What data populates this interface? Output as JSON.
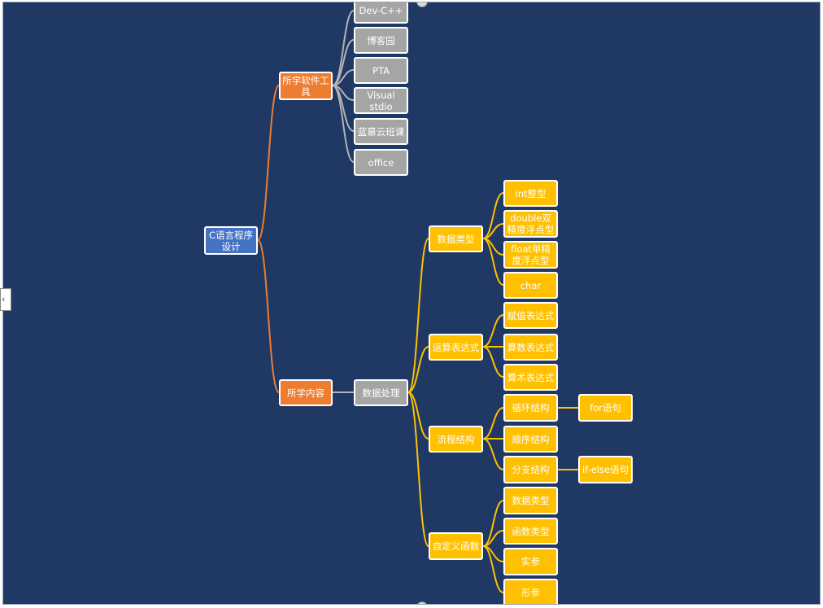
{
  "colors": {
    "background": "#1f3864",
    "root": "#4472c4",
    "branch_orange": "#ed7d31",
    "software_gray": "#a5a5a5",
    "content_yellow": "#ffc000",
    "line_orange": "#ed7d31",
    "line_gray": "#b4b4b4",
    "line_yellow": "#ffc000"
  },
  "collapse_tab": {
    "icon": "chevron-left-icon",
    "glyph": "‹"
  },
  "mindmap": {
    "root": "C语言程序设计",
    "tools": {
      "label": "所学软件工具",
      "items": [
        "Dev-C++",
        "博客园",
        "PTA",
        "Visual stdio",
        "蓝慕云班课",
        "office"
      ]
    },
    "content": {
      "label": "所学内容",
      "processing": "数据处理",
      "data_types": {
        "label": "数据类型",
        "items": [
          "int整型",
          "double双精度浮点型",
          "float单精度浮点型",
          "char"
        ]
      },
      "expressions": {
        "label": "运算表达式",
        "items": [
          "赋值表达式",
          "算数表达式",
          "算术表达式"
        ]
      },
      "flow": {
        "label": "流程结构",
        "loop": "循环结构",
        "loop_child": "for语句",
        "sequence": "顺序结构",
        "branch": "分支结构",
        "branch_child": "if-else语句"
      },
      "functions": {
        "label": "自定义函数",
        "items": [
          "数据类型",
          "函数类型",
          "实参",
          "形参"
        ]
      }
    }
  }
}
